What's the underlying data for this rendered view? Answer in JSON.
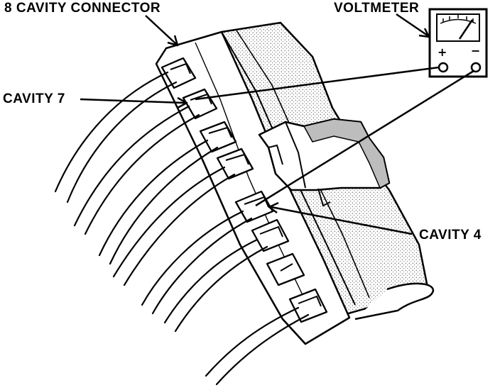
{
  "labels": {
    "connector": "8 CAVITY CONNECTOR",
    "voltmeter": "VOLTMETER",
    "cavity7": "CAVITY 7",
    "cavity4": "CAVITY 4"
  },
  "voltmeter": {
    "plus": "+",
    "minus": "−"
  },
  "colors": {
    "ink": "#000000",
    "paper": "#ffffff",
    "shade": "#bdbdbd"
  }
}
